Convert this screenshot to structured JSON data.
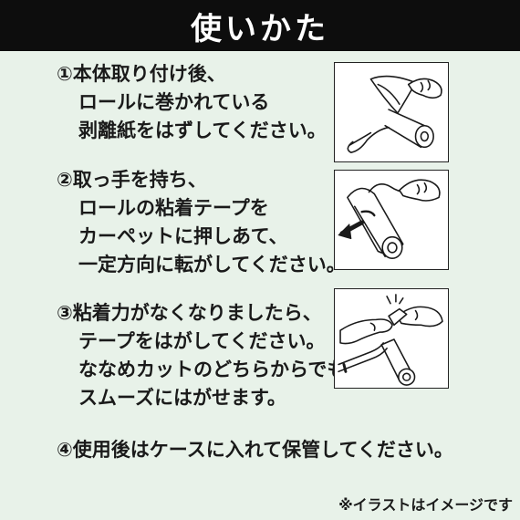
{
  "header": {
    "title": "使いかた"
  },
  "steps": [
    {
      "lines": [
        "①本体取り付け後、",
        "ロールに巻かれている",
        "剥離紙をはずしてください。"
      ]
    },
    {
      "lines": [
        "②取っ手を持ち、",
        "ロールの粘着テープを",
        "カーペットに押しあて、",
        "一定方向に転がしてください。"
      ]
    },
    {
      "lines": [
        "③粘着力がなくなりましたら、",
        "テープをはがしてください。",
        "ななめカットのどちらからでも",
        "スムーズにはがせます。"
      ]
    },
    {
      "lines": [
        "④使用後はケースに入れて保管してください。"
      ]
    }
  ],
  "illustrations": [
    {
      "icon": "peel-release-paper-icon"
    },
    {
      "icon": "roll-on-carpet-icon"
    },
    {
      "icon": "tear-tape-icon"
    }
  ],
  "footnote": "※イラストはイメージです"
}
